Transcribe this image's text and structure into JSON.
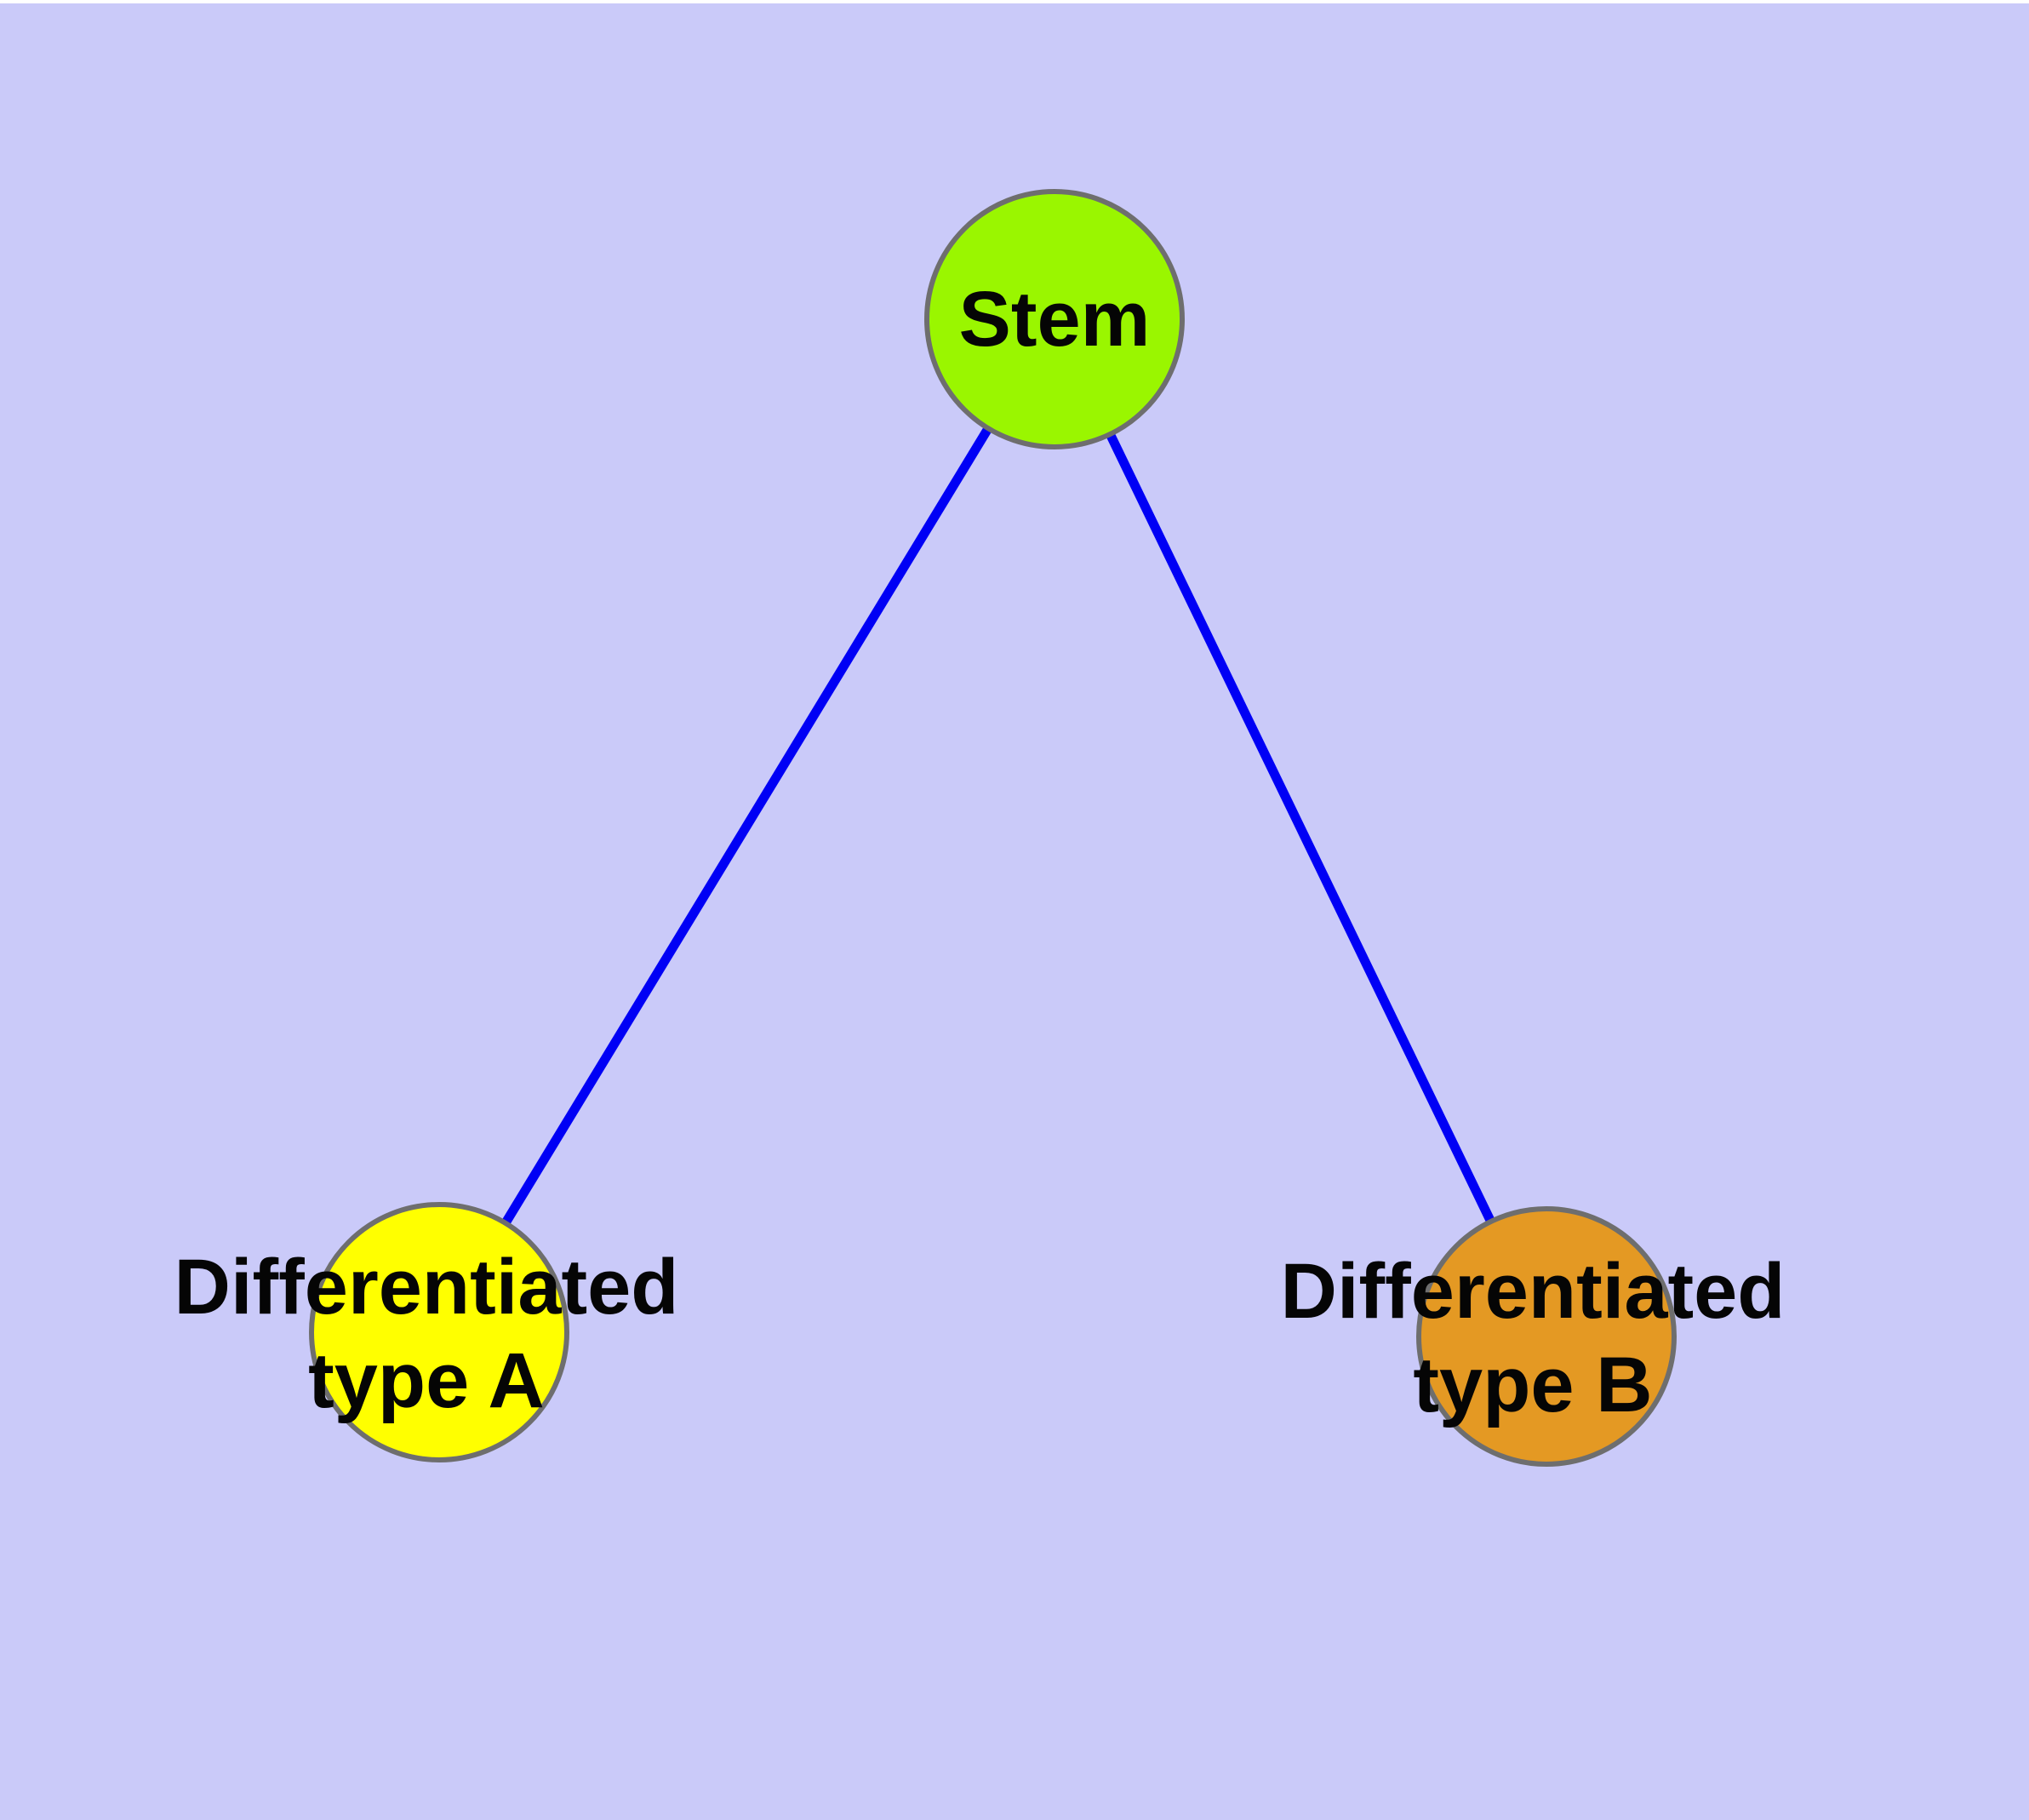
{
  "diagram": {
    "type": "graph",
    "background_color": "#CACAF9",
    "node_border_color": "#6E6E6E",
    "edge_color": "#0000F5",
    "label_color": "#050505",
    "nodes": [
      {
        "id": "stem",
        "label": "Stem",
        "line1": "Stem",
        "line2": "",
        "fill": "#9AF600"
      },
      {
        "id": "type-a",
        "label": "Differentiated type A",
        "line1": "Differentiated",
        "line2": "type A",
        "fill": "#FFFF00"
      },
      {
        "id": "type-b",
        "label": "Differentiated type B",
        "line1": "Differentiated",
        "line2": "type B",
        "fill": "#E49923"
      }
    ],
    "edges": [
      {
        "from": "Stem",
        "to": "Differentiated type A"
      },
      {
        "from": "Stem",
        "to": "Differentiated type B"
      }
    ]
  }
}
